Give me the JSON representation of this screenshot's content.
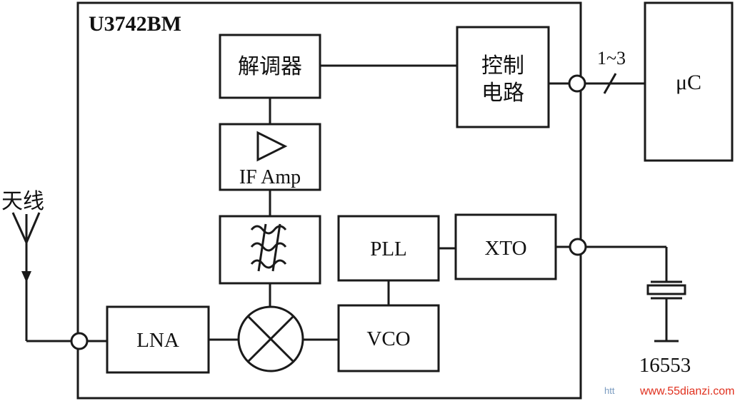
{
  "chip": {
    "name": "U3742BM"
  },
  "blocks": {
    "demodulator": "解调器",
    "control_line1": "控制",
    "control_line2": "电路",
    "if_amp": "IF Amp",
    "pll": "PLL",
    "xto": "XTO",
    "lna": "LNA",
    "vco": "VCO"
  },
  "external": {
    "antenna_label": "天线",
    "mcu_label": "μC",
    "bus_label": "1~3",
    "crystal_label": "16553"
  },
  "watermark": {
    "prefix": "htt",
    "url": "www.55dianzi.com",
    "url_color": "#e0301e",
    "prefix_color": "#7a9bc0"
  }
}
